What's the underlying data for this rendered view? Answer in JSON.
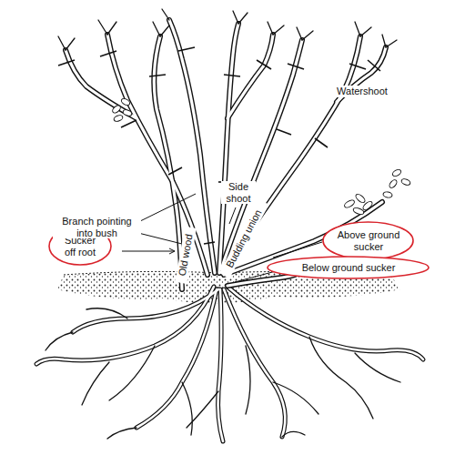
{
  "diagram": {
    "nodes": [
      {
        "text": [
          "Sucker off root"
        ]
      },
      {
        "text": [
          "Above ground sucker"
        ]
      },
      {
        "text": [
          "Below ground sucker"
        ]
      }
    ],
    "labels": [
      "Watershoot",
      "Branch pointing into bush",
      "Side shoot",
      "Old wood",
      "Budding union"
    ]
  }
}
